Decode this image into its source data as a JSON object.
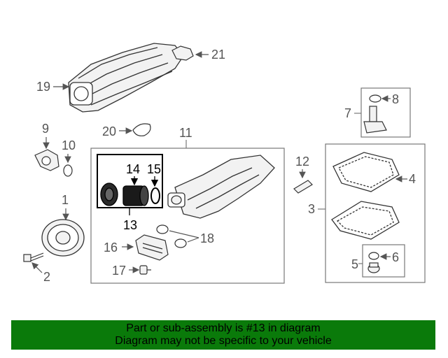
{
  "callouts": {
    "c1": "1",
    "c2": "2",
    "c3": "3",
    "c4": "4",
    "c5": "5",
    "c6": "6",
    "c7": "7",
    "c8": "8",
    "c9": "9",
    "c10": "10",
    "c11": "11",
    "c12": "12",
    "c13": "13",
    "c14": "14",
    "c15": "15",
    "c16": "16",
    "c17": "17",
    "c18": "18",
    "c19": "19",
    "c20": "20",
    "c21": "21"
  },
  "highlight_color": "#000000",
  "footer": {
    "line1": "Part or sub-assembly is #13 in diagram",
    "line2": "Diagram may not be specific to your vehicle",
    "background": "#0a7a0a"
  }
}
